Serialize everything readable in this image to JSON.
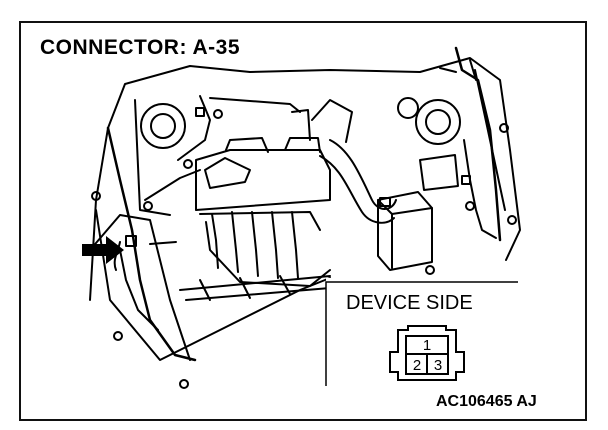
{
  "title": "CONNECTOR: A-35",
  "device_label": "DEVICE SIDE",
  "connector_pins": {
    "top": [
      "1"
    ],
    "bottom": [
      "2",
      "3"
    ]
  },
  "figure_id": "AC106465 AJ",
  "colors": {
    "line": "#000000",
    "background": "#ffffff"
  },
  "icons": {
    "pointer": "arrow-right-icon"
  }
}
